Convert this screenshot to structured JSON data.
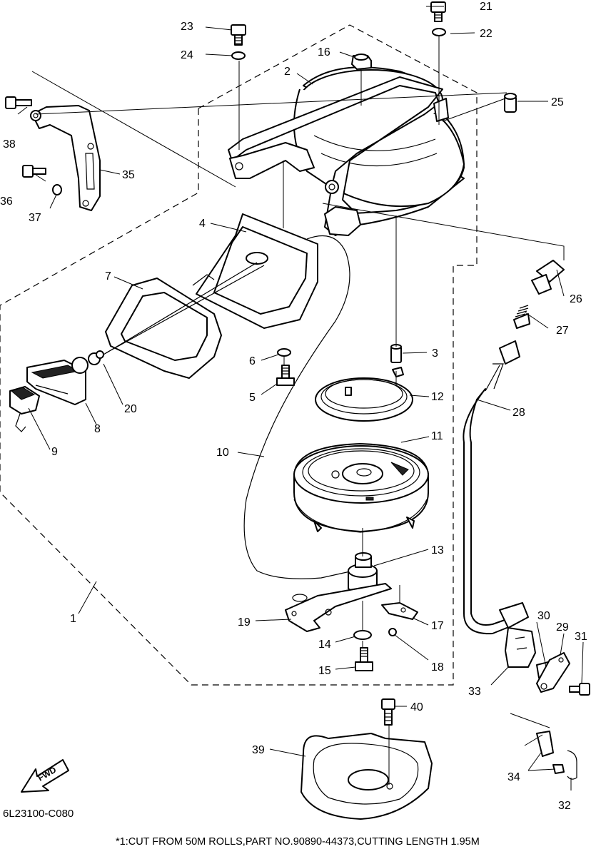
{
  "diagram": {
    "callouts": [
      "1",
      "2",
      "3",
      "4",
      "5",
      "6",
      "7",
      "8",
      "9",
      "10",
      "11",
      "12",
      "13",
      "14",
      "15",
      "16",
      "17",
      "18",
      "19",
      "20",
      "21",
      "22",
      "23",
      "24",
      "25",
      "26",
      "27",
      "28",
      "29",
      "30",
      "31",
      "32",
      "33",
      "34",
      "35",
      "36",
      "37",
      "38",
      "39",
      "40"
    ],
    "drawing_code": "6L23100-C080",
    "fwd_label": "FWD",
    "footnote": "*1:CUT FROM 50M ROLLS,PART NO.90890-44373,CUTTING LENGTH 1.95M"
  }
}
